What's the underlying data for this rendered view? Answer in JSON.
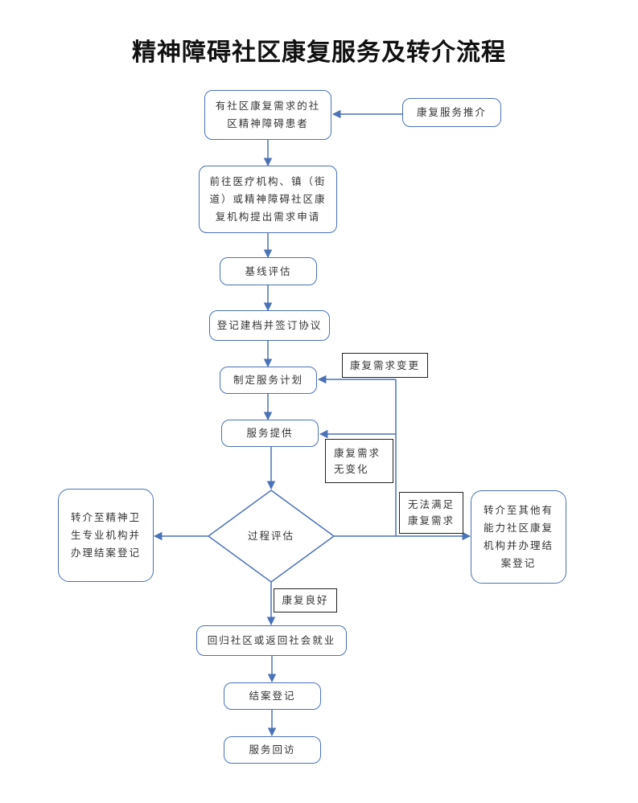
{
  "title": "精神障碍社区康复服务及转介流程",
  "nodes": {
    "start": "有社区康复需求的社区精神障碍患者",
    "referral_source": "康复服务推介",
    "apply": "前往医疗机构、镇（街道）或精神障碍社区康复机构提出需求申请",
    "baseline": "基线评估",
    "register": "登记建档并签订协议",
    "plan": "制定服务计划",
    "provide": "服务提供",
    "process_eval": "过程评估",
    "refer_mental": "转介至精神卫生专业机构并办理结案登记",
    "refer_other": "转介至其他有能力社区康复机构并办理结案登记",
    "return": "回归社区或返回社会就业",
    "close": "结案登记",
    "followup": "服务回访"
  },
  "edge_labels": {
    "need_change": "康复需求变更",
    "no_change": "康复需求无变化",
    "unmet": "无法满足康复需求",
    "good": "康复良好"
  },
  "colors": {
    "box_border": "#4a72b8",
    "arrow": "#4a72b8",
    "label_border": "#222222"
  }
}
